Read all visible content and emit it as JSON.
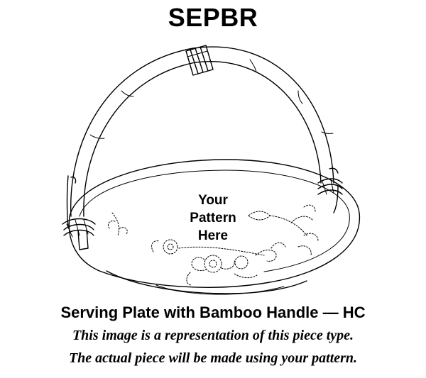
{
  "product": {
    "code": "SEPBR",
    "placeholder_lines": [
      "Your",
      "Pattern",
      "Here"
    ],
    "caption": "Serving Plate with Bamboo Handle — HC",
    "note_line_1": "This image is a representation of this piece type.",
    "note_line_2": "The actual piece will be made using your pattern."
  },
  "colors": {
    "line": "#000000",
    "background": "#ffffff"
  }
}
